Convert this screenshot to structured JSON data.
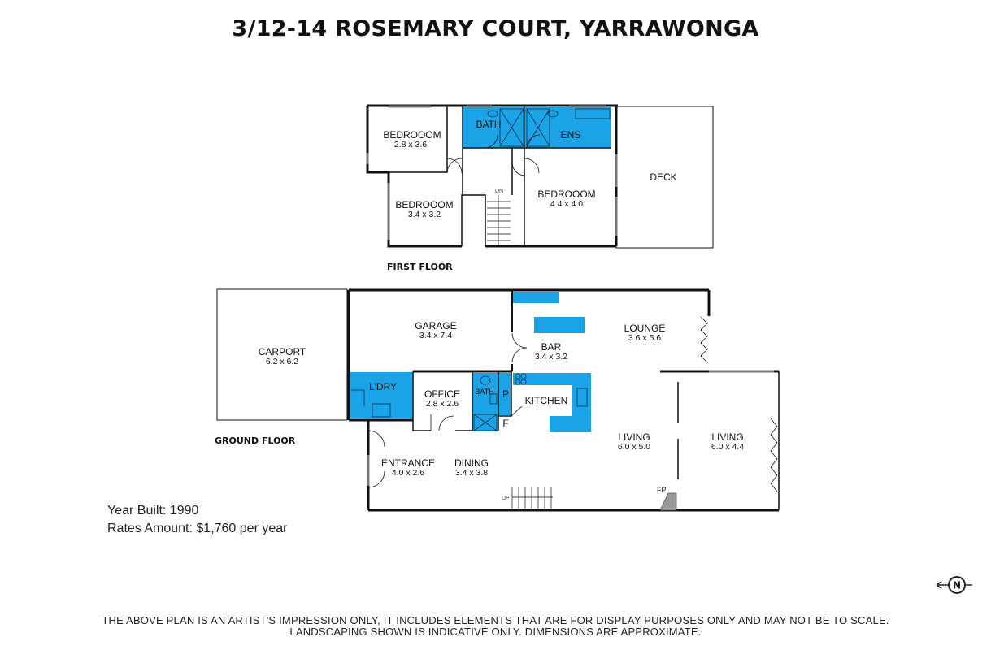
{
  "title": "3/12-14 ROSEMARY COURT, YARRAWONGA",
  "colors": {
    "wet_area": "#1aa3e6",
    "wall": "#111111"
  },
  "first_floor": {
    "label": "FIRST FLOOR",
    "rooms": [
      {
        "name": "BEDROOOM",
        "dims": "2.8 x 3.6"
      },
      {
        "name": "BATH",
        "dims": ""
      },
      {
        "name": "ENS",
        "dims": ""
      },
      {
        "name": "BEDROOOM",
        "dims": "3.4 x 3.2"
      },
      {
        "name": "BEDROOOM",
        "dims": "4.4 x 4.0"
      },
      {
        "name": "DECK",
        "dims": ""
      }
    ],
    "stair_label": "DN"
  },
  "ground_floor": {
    "label": "GROUND FLOOR",
    "rooms": [
      {
        "name": "CARPORT",
        "dims": "6.2 x 6.2"
      },
      {
        "name": "GARAGE",
        "dims": "3.4 x 7.4"
      },
      {
        "name": "BAR",
        "dims": "3.4 x 3.2"
      },
      {
        "name": "LOUNGE",
        "dims": "3.6 x 5.6"
      },
      {
        "name": "L'DRY",
        "dims": ""
      },
      {
        "name": "OFFICE",
        "dims": "2.8 x 2.6"
      },
      {
        "name": "BATH",
        "dims": ""
      },
      {
        "name": "P",
        "dims": ""
      },
      {
        "name": "F",
        "dims": ""
      },
      {
        "name": "KITCHEN",
        "dims": ""
      },
      {
        "name": "ENTRANCE",
        "dims": "4.0 x 2.6"
      },
      {
        "name": "DINING",
        "dims": "3.4 x 3.8"
      },
      {
        "name": "LIVING",
        "dims": "6.0 x 5.0"
      },
      {
        "name": "LIVING",
        "dims": "6.0 x 4.4"
      }
    ],
    "stair_label": "UP",
    "fireplace_label": "FP"
  },
  "info": {
    "year_built": "Year Built:  1990",
    "rates": "Rates Amount:  $1,760 per year"
  },
  "compass_label": "N",
  "disclaimer": {
    "line1": "THE ABOVE PLAN IS AN ARTIST'S IMPRESSION ONLY, IT INCLUDES ELEMENTS THAT ARE FOR DISPLAY PURPOSES ONLY AND MAY NOT BE TO SCALE.",
    "line2": "LANDSCAPING SHOWN IS INDICATIVE ONLY. DIMENSIONS ARE APPROXIMATE."
  }
}
